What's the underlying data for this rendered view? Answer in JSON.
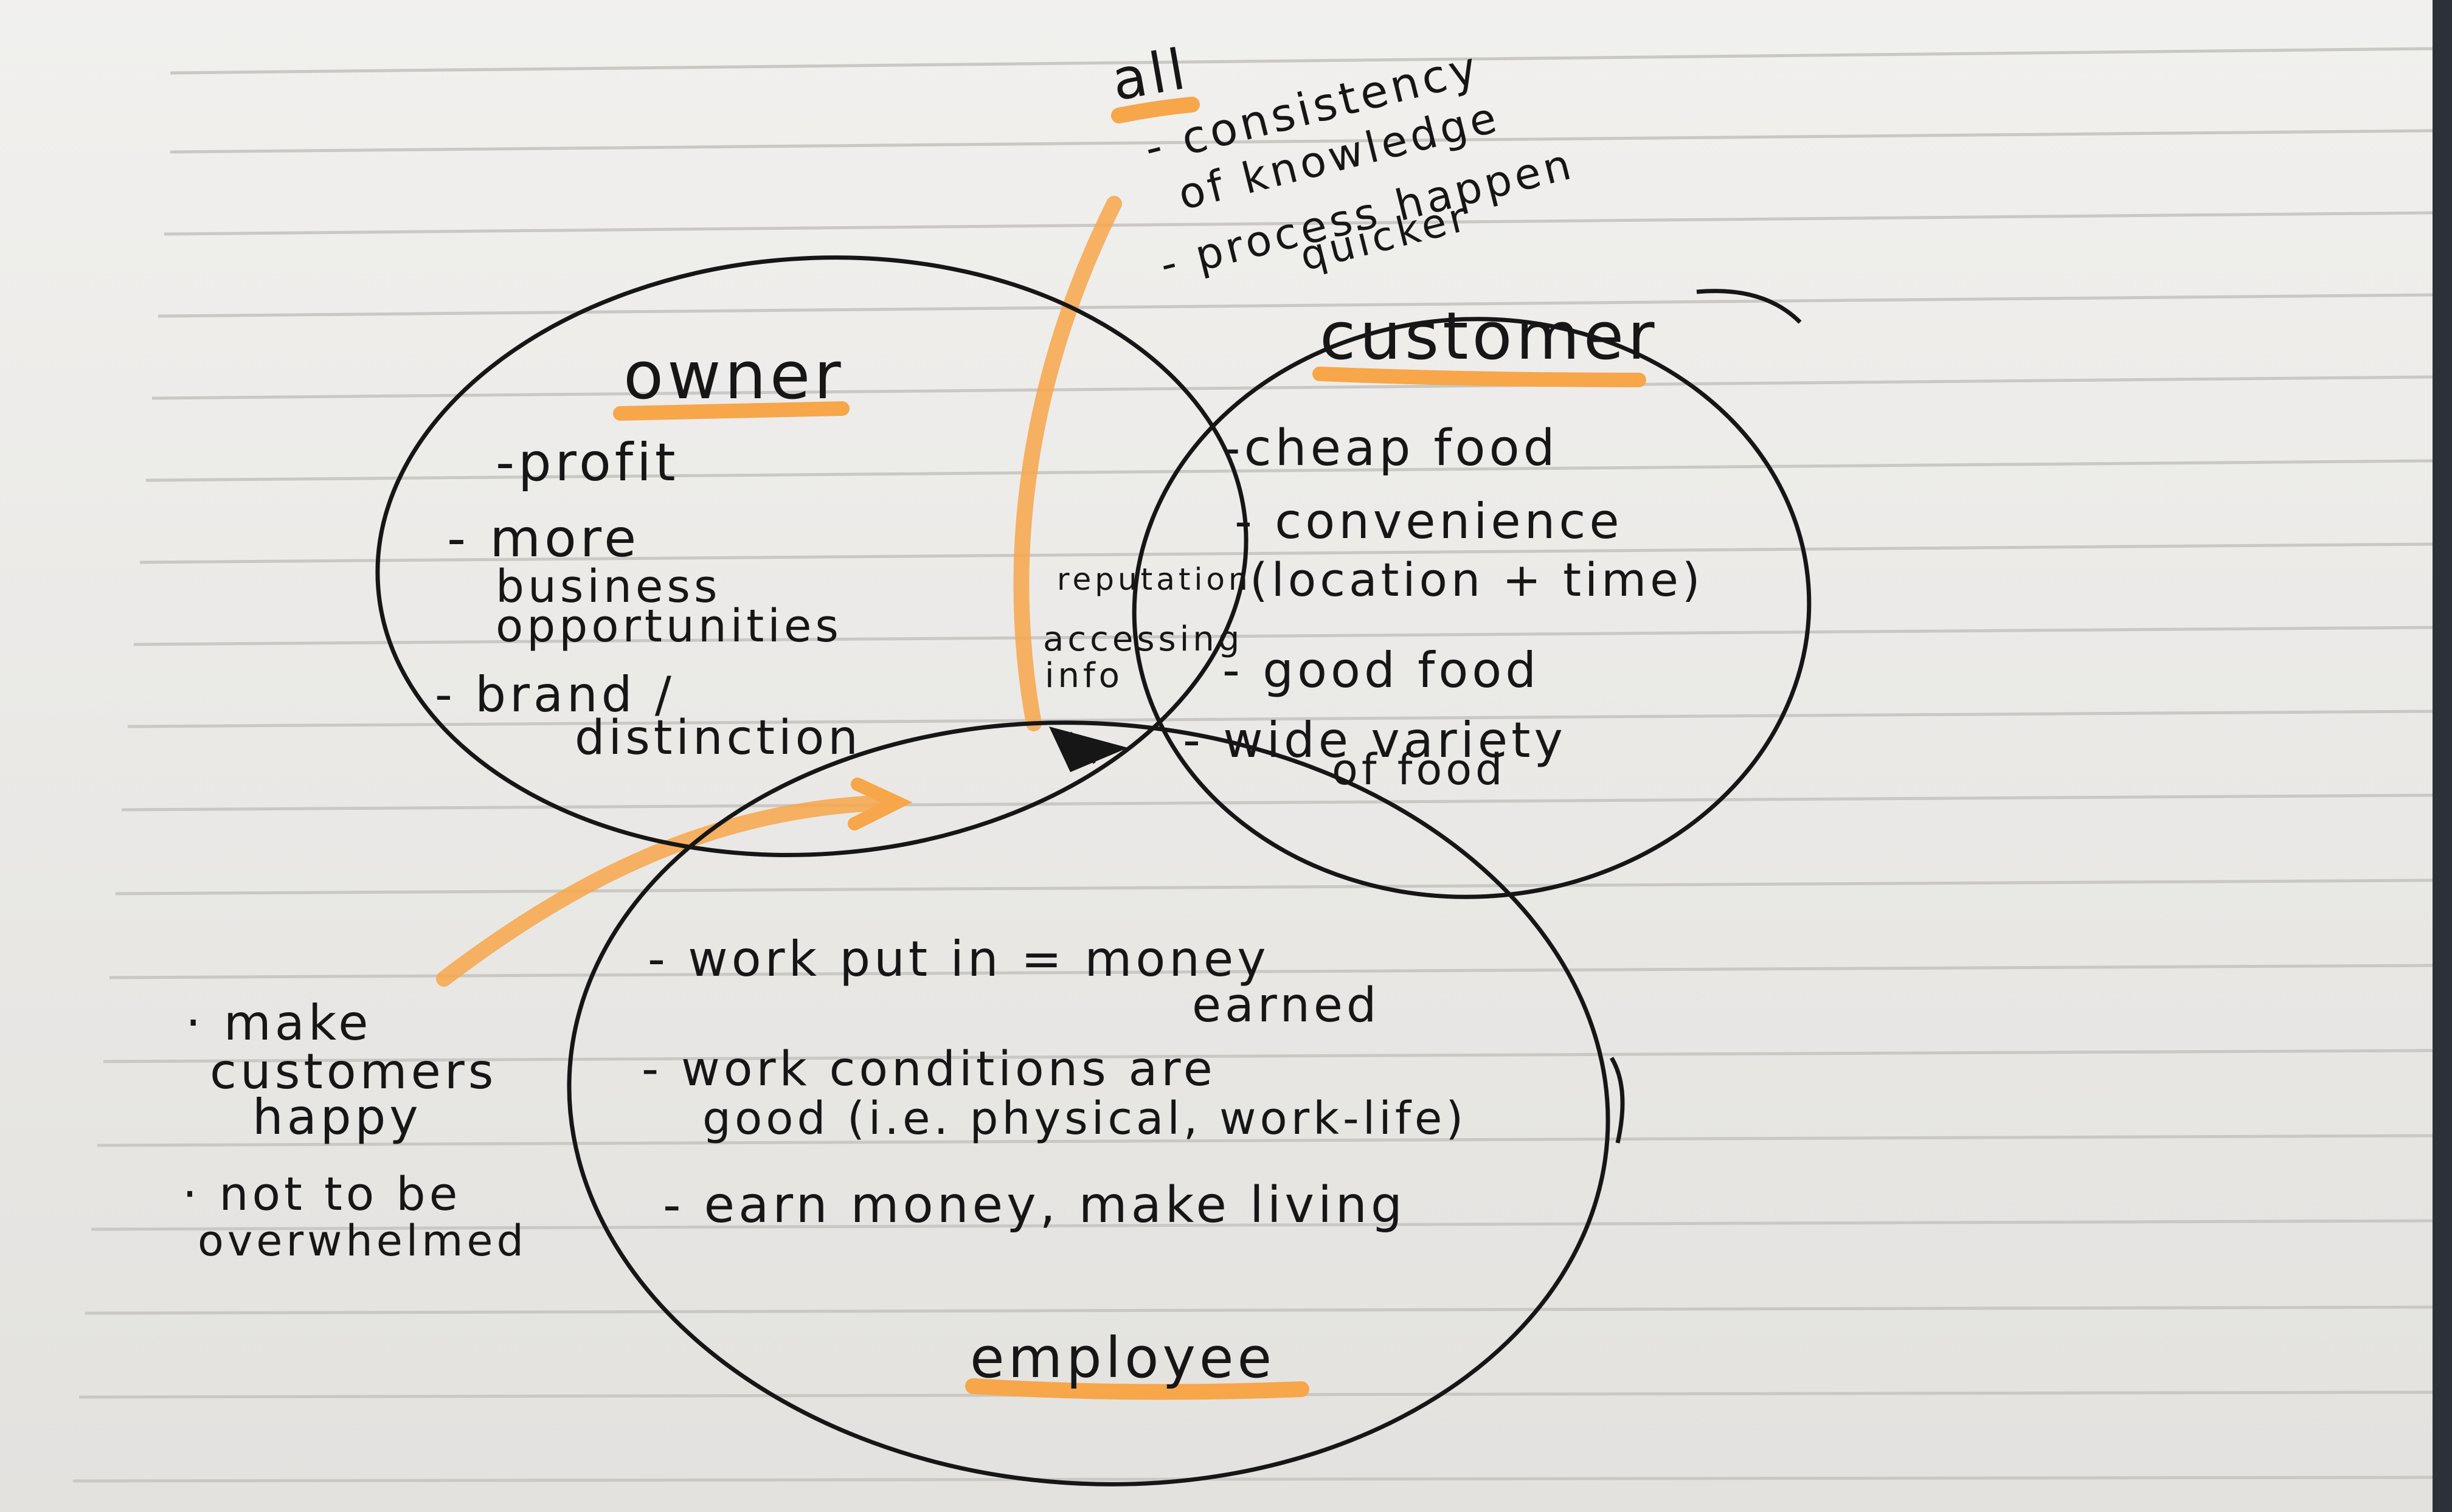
{
  "diagram": {
    "all": {
      "heading": "all",
      "lines": [
        "- consistency",
        "of knowledge",
        "- process happen",
        "quicker"
      ]
    },
    "owner": {
      "heading": "owner",
      "lines": [
        "-profit",
        "- more",
        "business",
        "opportunities",
        "- brand /",
        "distinction"
      ]
    },
    "customer": {
      "heading": "customer",
      "lines": [
        "-cheap food",
        "- convenience",
        "(location + time)",
        "- good food",
        "- wide variety",
        "of food"
      ]
    },
    "center": {
      "lines": [
        "reputation",
        "accessing",
        "info"
      ]
    },
    "employee": {
      "heading": "employee",
      "lines": [
        "- work put in = money",
        "earned",
        "- work conditions are",
        "good (i.e. physical, work-life)",
        "- earn money, make living"
      ]
    },
    "side_notes": {
      "lines": [
        "· make",
        "customers",
        "happy",
        "· not to be",
        "overwhelmed"
      ]
    },
    "colors": {
      "ink": "#161616",
      "highlight": "#f7a64a",
      "paper": "#ecebe8",
      "rule": "#c9c8c4"
    }
  }
}
